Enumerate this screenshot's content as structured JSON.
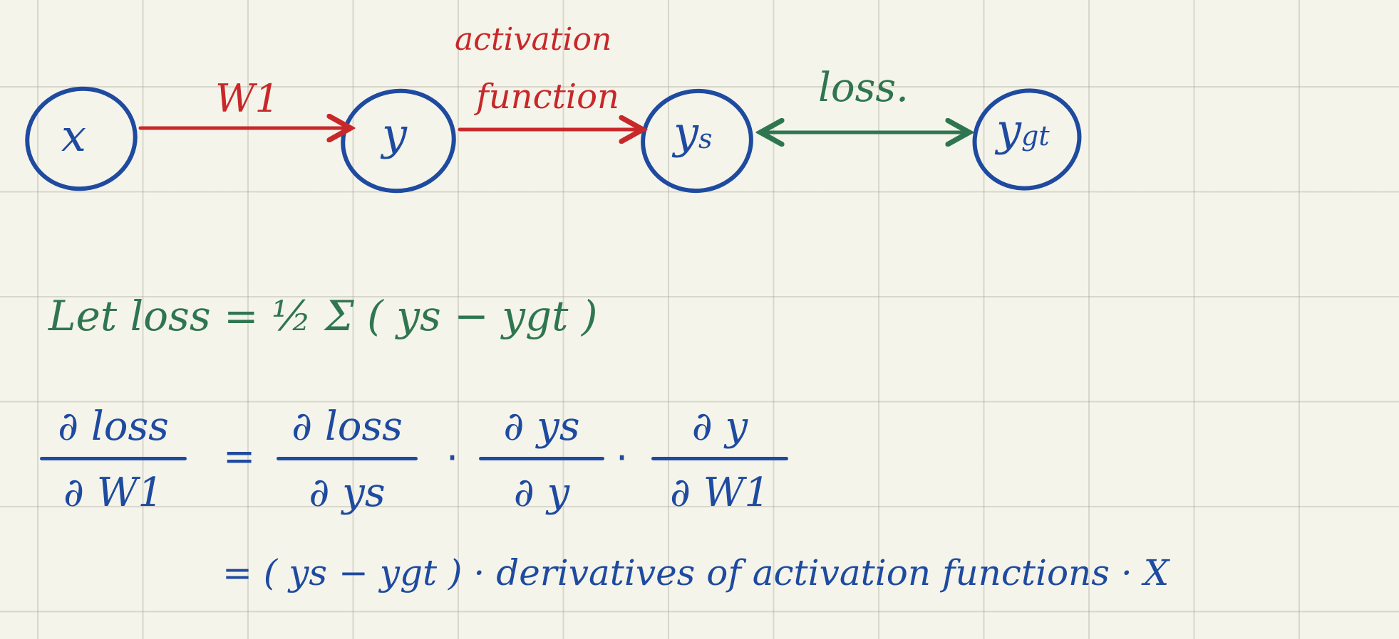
{
  "diagram": {
    "nodes": [
      {
        "id": "x",
        "label": "x"
      },
      {
        "id": "y",
        "label": "y"
      },
      {
        "id": "ys",
        "label": "y",
        "sub": "s"
      },
      {
        "id": "ygt",
        "label": "y",
        "sub": "gt"
      }
    ],
    "edges": {
      "w1": "W1",
      "activation_line1": "activation",
      "activation_line2": "function",
      "loss": "loss."
    },
    "colors": {
      "blue": "#1e4aa0",
      "red": "#c8282a",
      "green": "#2f7650"
    }
  },
  "equations": {
    "let_loss": "Let loss = ½ Σ ( ys − ygt )",
    "lhs_num": "∂ loss",
    "lhs_den": "∂ W1",
    "eq": "=",
    "f1_num": "∂ loss",
    "f1_den": "∂ ys",
    "dot": "·",
    "f2_num": "∂ ys",
    "f2_den": "∂ y",
    "f3_num": "∂ y",
    "f3_den": "∂ W1",
    "result": "= ( ys − ygt ) · derivatives of activation functions · X"
  }
}
